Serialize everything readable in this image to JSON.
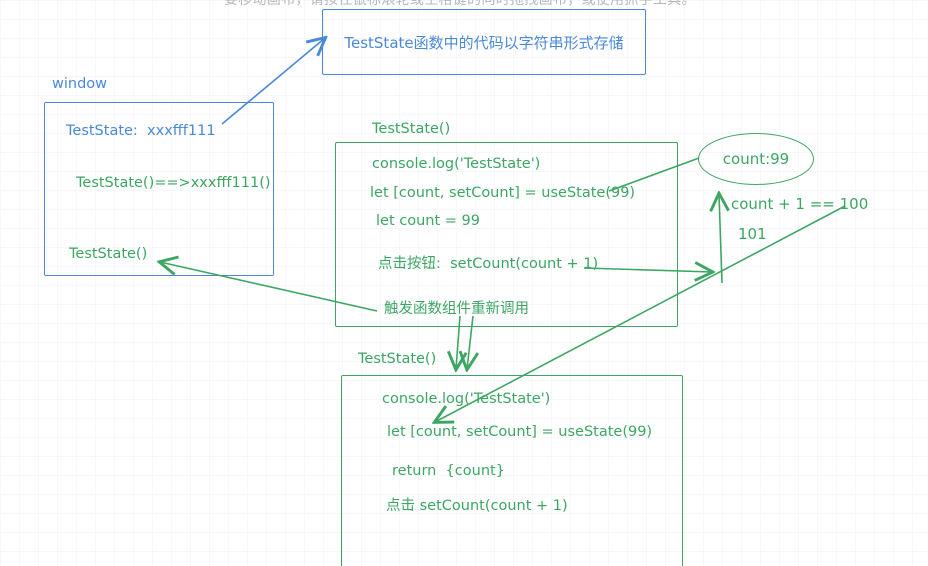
{
  "colors": {
    "stroke_blue": "#4a89d8",
    "stroke_green": "#3da663",
    "hint_gray": "#b5b8bb"
  },
  "canvas_hint": "要移动画布，请按住鼠标滚轮或空格键的同时拖拽画布，或使用抓手工具。",
  "note_box": {
    "text": "TestState函数中的代码以字符串形式存储"
  },
  "window_box": {
    "label": "window",
    "line1": "TestState:  xxxfff111",
    "line2": "TestState()==>xxxfff111()",
    "line3": "TestState()"
  },
  "first_render_box": {
    "label": "TestState()",
    "line1": "console.log('TestState')",
    "line2": "let [count, setCount] = useState(99)",
    "line3": "let count = 99",
    "line4": "点击按钮:  setCount(count + 1)",
    "annotation": "触发函数组件重新调用"
  },
  "state_ellipse": {
    "text": "count:99"
  },
  "annotations": {
    "increment": "count + 1 == 100",
    "next_value": "101"
  },
  "second_render_box": {
    "label": "TestState()",
    "line1": "console.log('TestState')",
    "line2": "let [count, setCount] = useState(99)",
    "line3": "return  {count}",
    "line4": "点击 setCount(count + 1)"
  }
}
